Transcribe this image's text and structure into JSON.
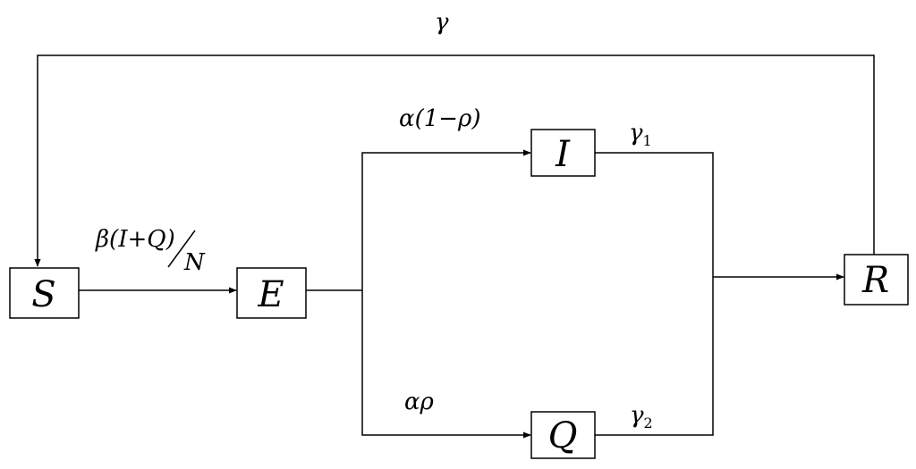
{
  "nodes": {
    "S": "S",
    "E": "E",
    "I": "I",
    "Q": "Q",
    "R": "R"
  },
  "edges": {
    "gamma": "γ",
    "beta_prefix": "β(",
    "beta_I": "I",
    "beta_plus": "+",
    "beta_Q": "Q",
    "beta_close": ")",
    "beta_N": "N",
    "alpha_I_prefix": "α",
    "alpha_I_rest": "(1−ρ)",
    "alpha_Q": "αρ",
    "gamma1": "γ",
    "gamma1_sub": "1",
    "gamma2": "γ",
    "gamma2_sub": "2"
  }
}
